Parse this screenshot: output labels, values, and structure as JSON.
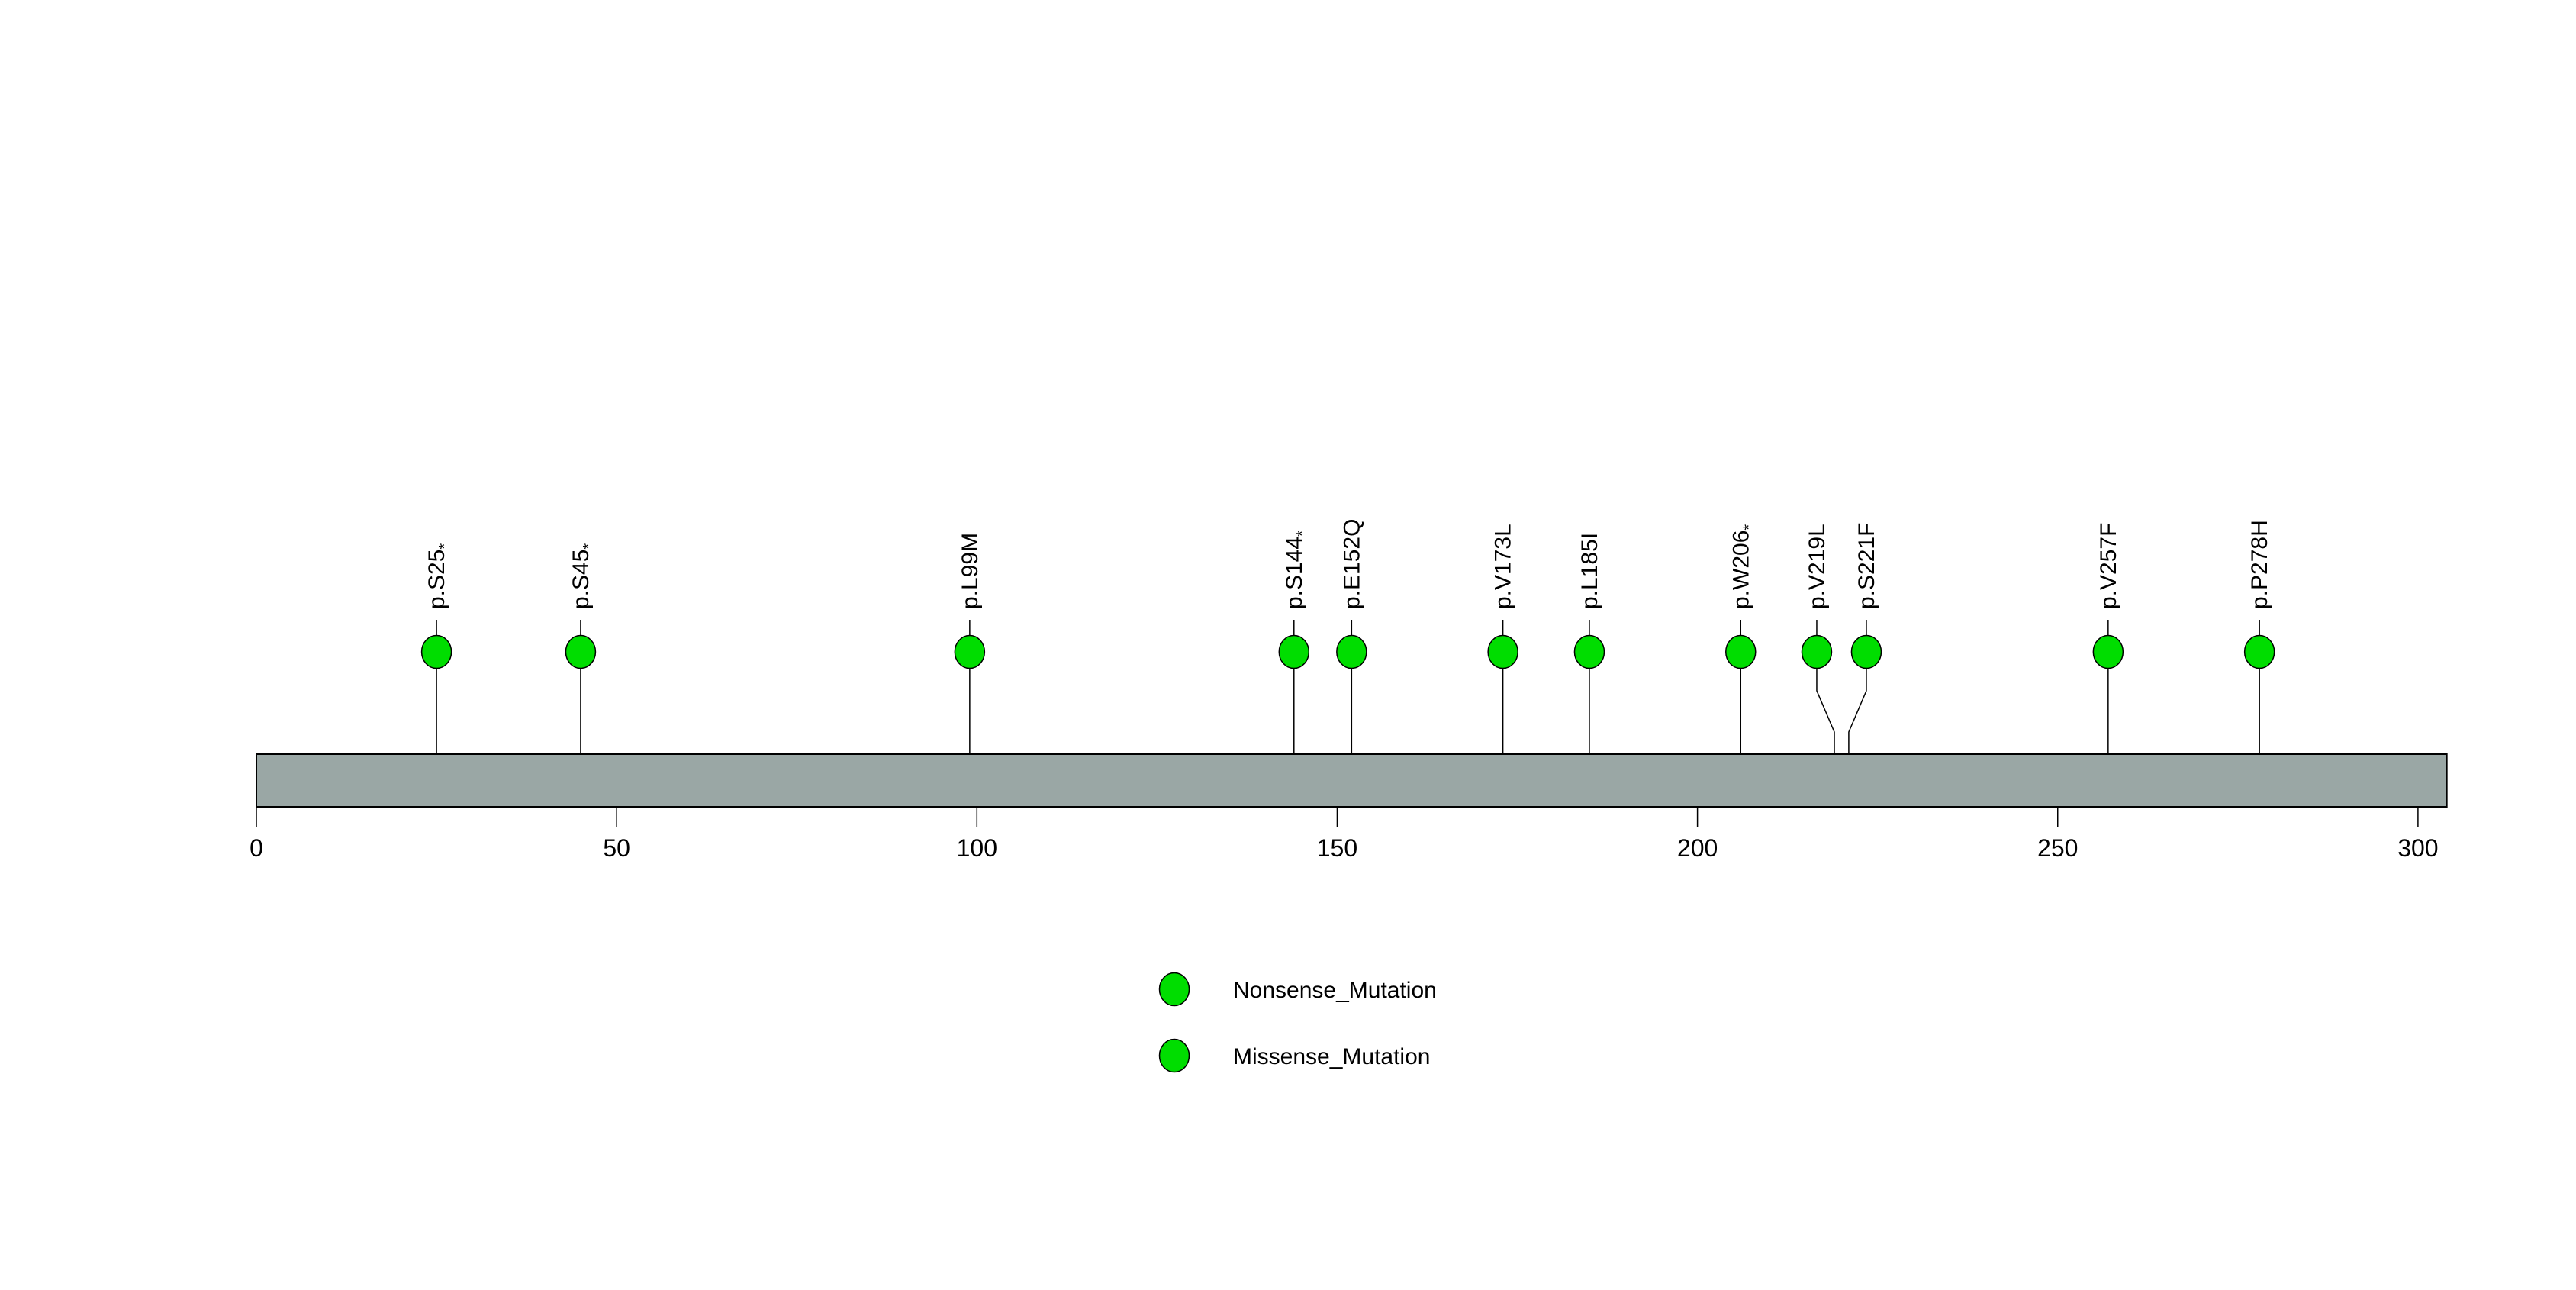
{
  "figure": {
    "background_color": "#FFFFFF"
  },
  "chart_data": {
    "type": "lollipop",
    "title": "",
    "xlabel": "",
    "ylabel": "",
    "protein_length": 304,
    "xlim": [
      0,
      304
    ],
    "grid": false,
    "axis_ticks": [
      0,
      50,
      100,
      150,
      200,
      250,
      300
    ],
    "gene_body_color": "#9AA7A5",
    "gene_body_border_color": "#000000",
    "lollipop_color": "#00DD00",
    "stem_color": "#000000",
    "mutations": [
      {
        "position": 25,
        "label": "p.S25*",
        "type": "Nonsense_Mutation"
      },
      {
        "position": 45,
        "label": "p.S45*",
        "type": "Nonsense_Mutation"
      },
      {
        "position": 99,
        "label": "p.L99M",
        "type": "Missense_Mutation"
      },
      {
        "position": 144,
        "label": "p.S144*",
        "type": "Nonsense_Mutation"
      },
      {
        "position": 152,
        "label": "p.E152Q",
        "type": "Missense_Mutation"
      },
      {
        "position": 173,
        "label": "p.V173L",
        "type": "Missense_Mutation"
      },
      {
        "position": 185,
        "label": "p.L185I",
        "type": "Missense_Mutation"
      },
      {
        "position": 206,
        "label": "p.W206*",
        "type": "Nonsense_Mutation"
      },
      {
        "position": 219,
        "label": "p.V219L",
        "type": "Missense_Mutation"
      },
      {
        "position": 221,
        "label": "p.S221F",
        "type": "Missense_Mutation"
      },
      {
        "position": 257,
        "label": "p.V257F",
        "type": "Missense_Mutation"
      },
      {
        "position": 278,
        "label": "p.P278H",
        "type": "Missense_Mutation"
      }
    ],
    "legend_position": "bottom-center",
    "legend": [
      {
        "label": "Nonsense_Mutation",
        "color": "#00DD00"
      },
      {
        "label": "Missense_Mutation",
        "color": "#00DD00"
      }
    ]
  }
}
